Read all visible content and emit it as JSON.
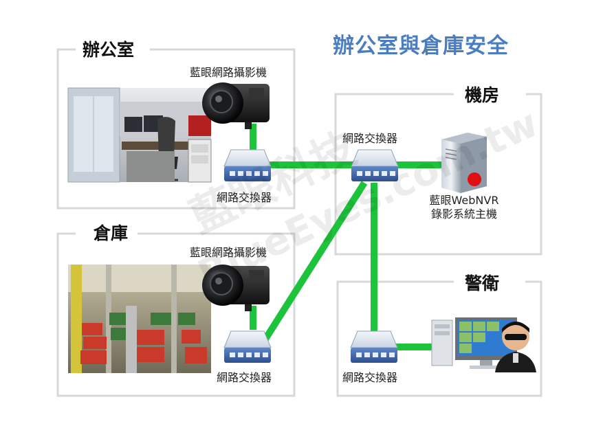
{
  "title": "辦公室與倉庫安全",
  "zones": {
    "office": "辦公室",
    "warehouse": "倉庫",
    "server_room": "機房",
    "security": "警衛"
  },
  "devices": {
    "camera_office": "藍眼網路攝影機",
    "camera_warehouse": "藍眼網路攝影機",
    "switch_office": "網路交換器",
    "switch_core": "網路交換器",
    "switch_warehouse": "網路交換器",
    "switch_security": "網路交換器",
    "nvr_line1": "藍眼WebNVR",
    "nvr_line2": "錄影系統主機"
  },
  "watermark": {
    "text1": "藍眼科技",
    "text2": "BlueEyes.com.tw"
  },
  "colors": {
    "link": "#1ec33c",
    "title": "#4a7dc0",
    "box_border": "#d8d8d8",
    "switch_blue": "#3c64a8",
    "nvr_led": "#e01010"
  }
}
